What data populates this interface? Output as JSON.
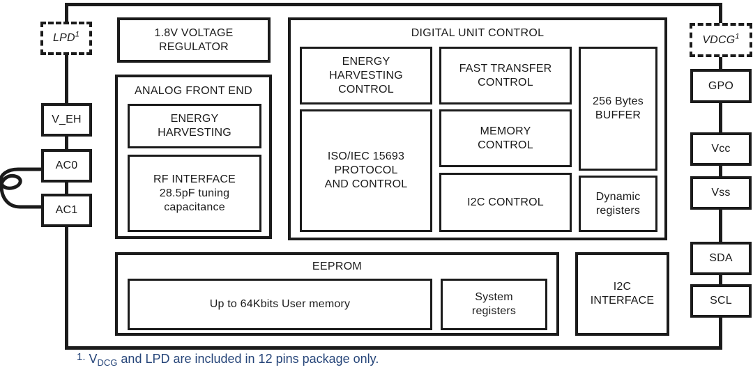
{
  "pins": {
    "lpd": {
      "label": "LPD",
      "sup": "1"
    },
    "v_eh": {
      "label": "V_EH"
    },
    "ac0": {
      "label": "AC0"
    },
    "ac1": {
      "label": "AC1"
    },
    "vdcg": {
      "label": "VDCG",
      "sup": "1"
    },
    "gpo": {
      "label": "GPO"
    },
    "vcc": {
      "label": "Vcc"
    },
    "vss": {
      "label": "Vss"
    },
    "sda": {
      "label": "SDA"
    },
    "scl": {
      "label": "SCL"
    }
  },
  "blocks": {
    "voltage_regulator": {
      "label": "1.8V VOLTAGE\nREGULATOR"
    },
    "analog_front_end": {
      "title": "ANALOG FRONT END",
      "energy_harvesting": "ENERGY\nHARVESTING",
      "rf_interface": "RF INTERFACE\n28.5pF tuning\ncapacitance"
    },
    "digital_unit": {
      "title": "DIGITAL UNIT CONTROL",
      "energy_harvesting_control": "ENERGY\nHARVESTING\nCONTROL",
      "fast_transfer_control": "FAST TRANSFER\nCONTROL",
      "buffer": "256 Bytes\nBUFFER",
      "iso_protocol": "ISO/IEC 15693\nPROTOCOL\nAND CONTROL",
      "memory_control": "MEMORY\nCONTROL",
      "i2c_control": "I2C CONTROL",
      "dynamic_registers": "Dynamic\nregisters"
    },
    "eeprom": {
      "title": "EEPROM",
      "user_memory": "Up to 64Kbits User memory",
      "system_registers": "System\nregisters"
    },
    "i2c_interface": {
      "label": "I2C\nINTERFACE"
    }
  },
  "footnote": {
    "marker": "1.",
    "part1": " V",
    "subscript": "DCG",
    "part2": " and LPD are included in 12 pins package only."
  },
  "colors": {
    "line": "#1b1b1b",
    "footnote_blue": "#264579",
    "background": "#ffffff"
  }
}
